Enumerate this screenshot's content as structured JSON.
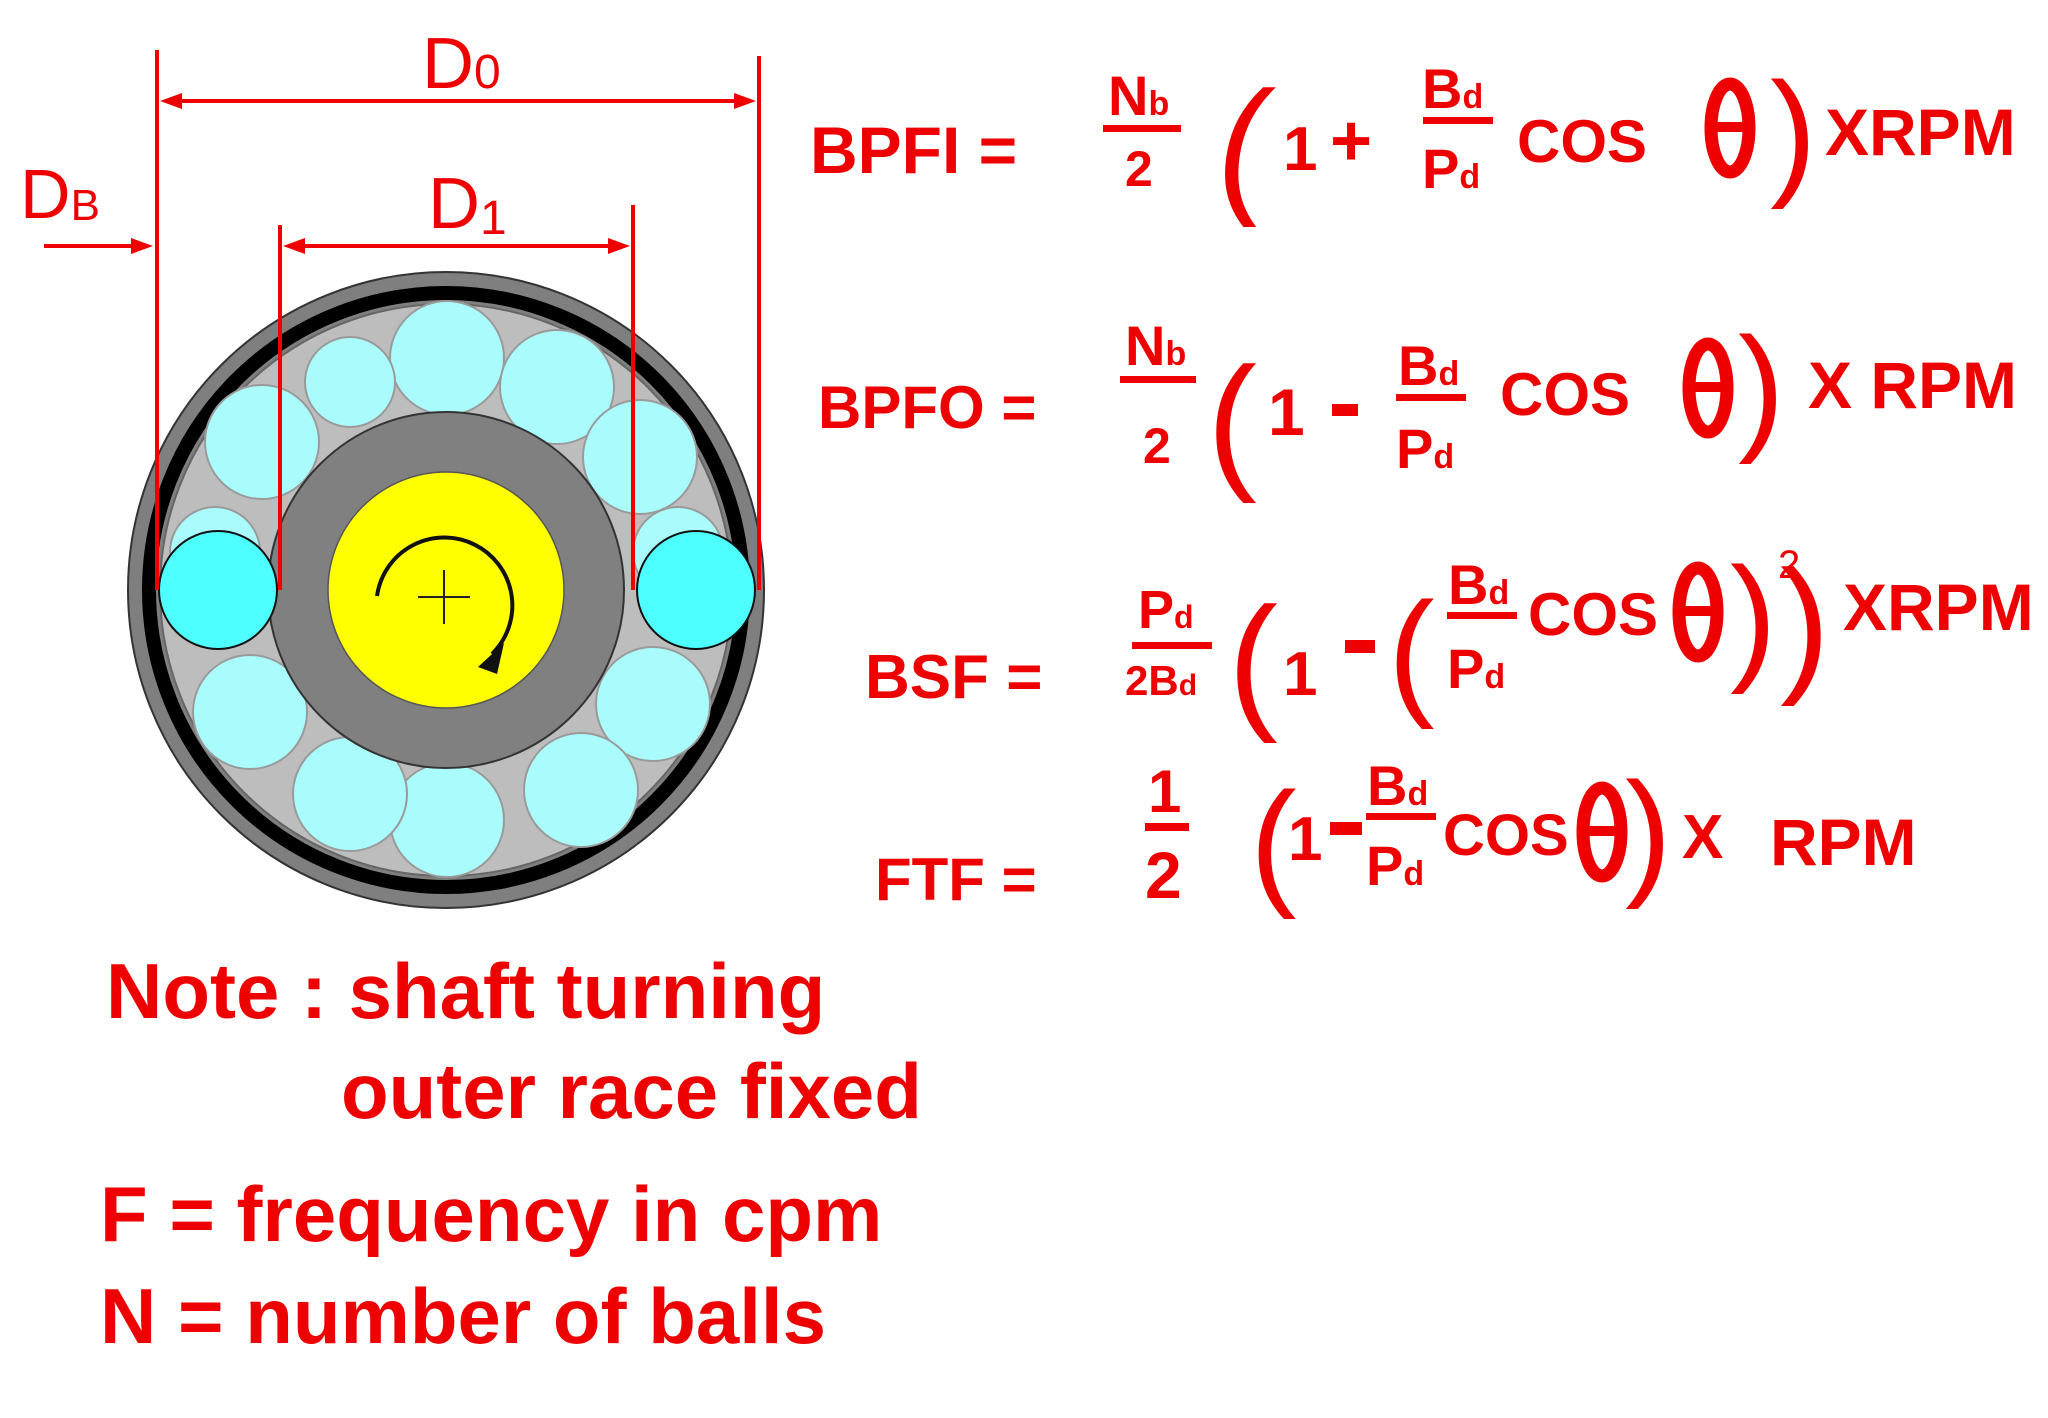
{
  "dimensions": {
    "outer": {
      "main": "D",
      "sub": "0"
    },
    "inner": {
      "main": "D",
      "sub": "1"
    },
    "ball": {
      "main": "D",
      "sub": "B"
    }
  },
  "formulas": {
    "bpfi": {
      "lhs": "BPFI =",
      "c_num_main": "N",
      "c_num_sub": "b",
      "c_den": "2",
      "one": "1",
      "op": "+",
      "r_num_main": "B",
      "r_num_sub": "d",
      "r_den_main": "P",
      "r_den_sub": "d",
      "cos": "COS",
      "theta": "θ",
      "tail": "XRPM"
    },
    "bpfo": {
      "lhs": "BPFO =",
      "c_num_main": "N",
      "c_num_sub": "b",
      "c_den": "2",
      "one": "1",
      "op": "-",
      "r_num_main": "B",
      "r_num_sub": "d",
      "r_den_main": "P",
      "r_den_sub": "d",
      "cos": "COS",
      "theta": "θ",
      "tail": "X RPM"
    },
    "bsf": {
      "lhs": "BSF =",
      "c_num_main": "P",
      "c_num_sub": "d",
      "c_den_main": "2B",
      "c_den_sub": "d",
      "one": "1",
      "op": "-",
      "r_num_main": "B",
      "r_num_sub": "d",
      "r_den_main": "P",
      "r_den_sub": "d",
      "cos": "COS",
      "theta": "θ",
      "exp": "2",
      "tail": "XRPM"
    },
    "ftf": {
      "lhs": "FTF =",
      "c_num": "1",
      "c_den": "2",
      "one": "1",
      "op": "-",
      "r_num_main": "B",
      "r_num_sub": "d",
      "r_den_main": "P",
      "r_den_sub": "d",
      "cos": "COS",
      "theta": "θ",
      "tail_x": "X",
      "tail_rpm": "RPM"
    }
  },
  "notes": {
    "line1": "Note : shaft turning",
    "line2": "outer race fixed",
    "line3": "F = frequency in cpm",
    "line4": "N = number of balls"
  },
  "colors": {
    "text": "#ee0000",
    "outer_race": "#7f7f7f",
    "inner_race": "#808080",
    "shaft": "#ffff00",
    "ball_front": "#4dffff",
    "ball_back": "#a9fbfc",
    "cage_band": "#000000"
  },
  "icons": {
    "rotation": "clockwise-rotation-arrow-icon",
    "center": "crosshair-icon"
  }
}
